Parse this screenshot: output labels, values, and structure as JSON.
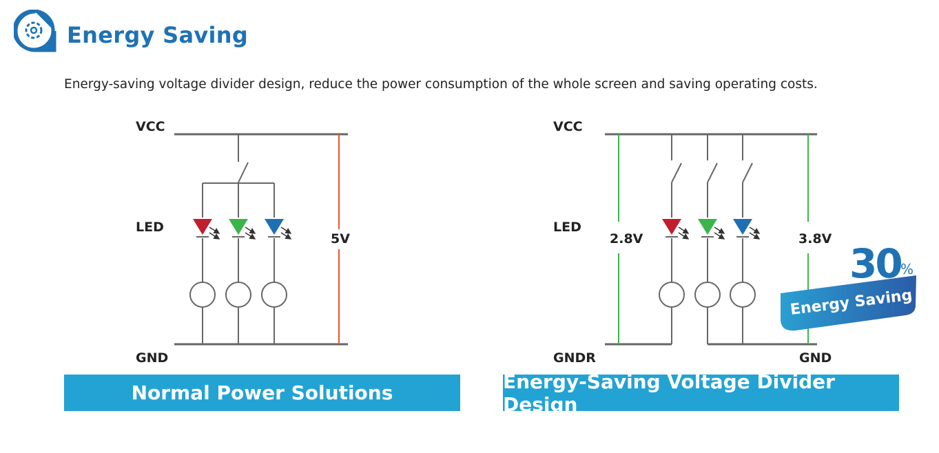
{
  "header": {
    "title": "Energy Saving",
    "icon": "gear-icon",
    "description": "Energy-saving voltage divider design, reduce the power consumption of the whole screen and saving operating costs."
  },
  "left_diagram": {
    "vcc": "VCC",
    "led": "LED",
    "gnd": "GND",
    "voltage": "5V",
    "caption": "Normal Power Solutions"
  },
  "right_diagram": {
    "vcc": "VCC",
    "led": "LED",
    "gndr": "GNDR",
    "gnd": "GND",
    "voltage_left": "2.8V",
    "voltage_right": "3.8V",
    "caption": "Energy-Saving Voltage Divider Design"
  },
  "badge": {
    "value": "30",
    "unit": "%",
    "label": "Energy Saving"
  },
  "colors": {
    "accent": "#1f72b4",
    "caption_bg": "#22a3d4",
    "led_red": "#c01e2e",
    "led_green": "#3bb54a",
    "led_blue": "#1f6fb4",
    "line_5v": "#e8572a",
    "line_divider": "#3bb54a"
  }
}
